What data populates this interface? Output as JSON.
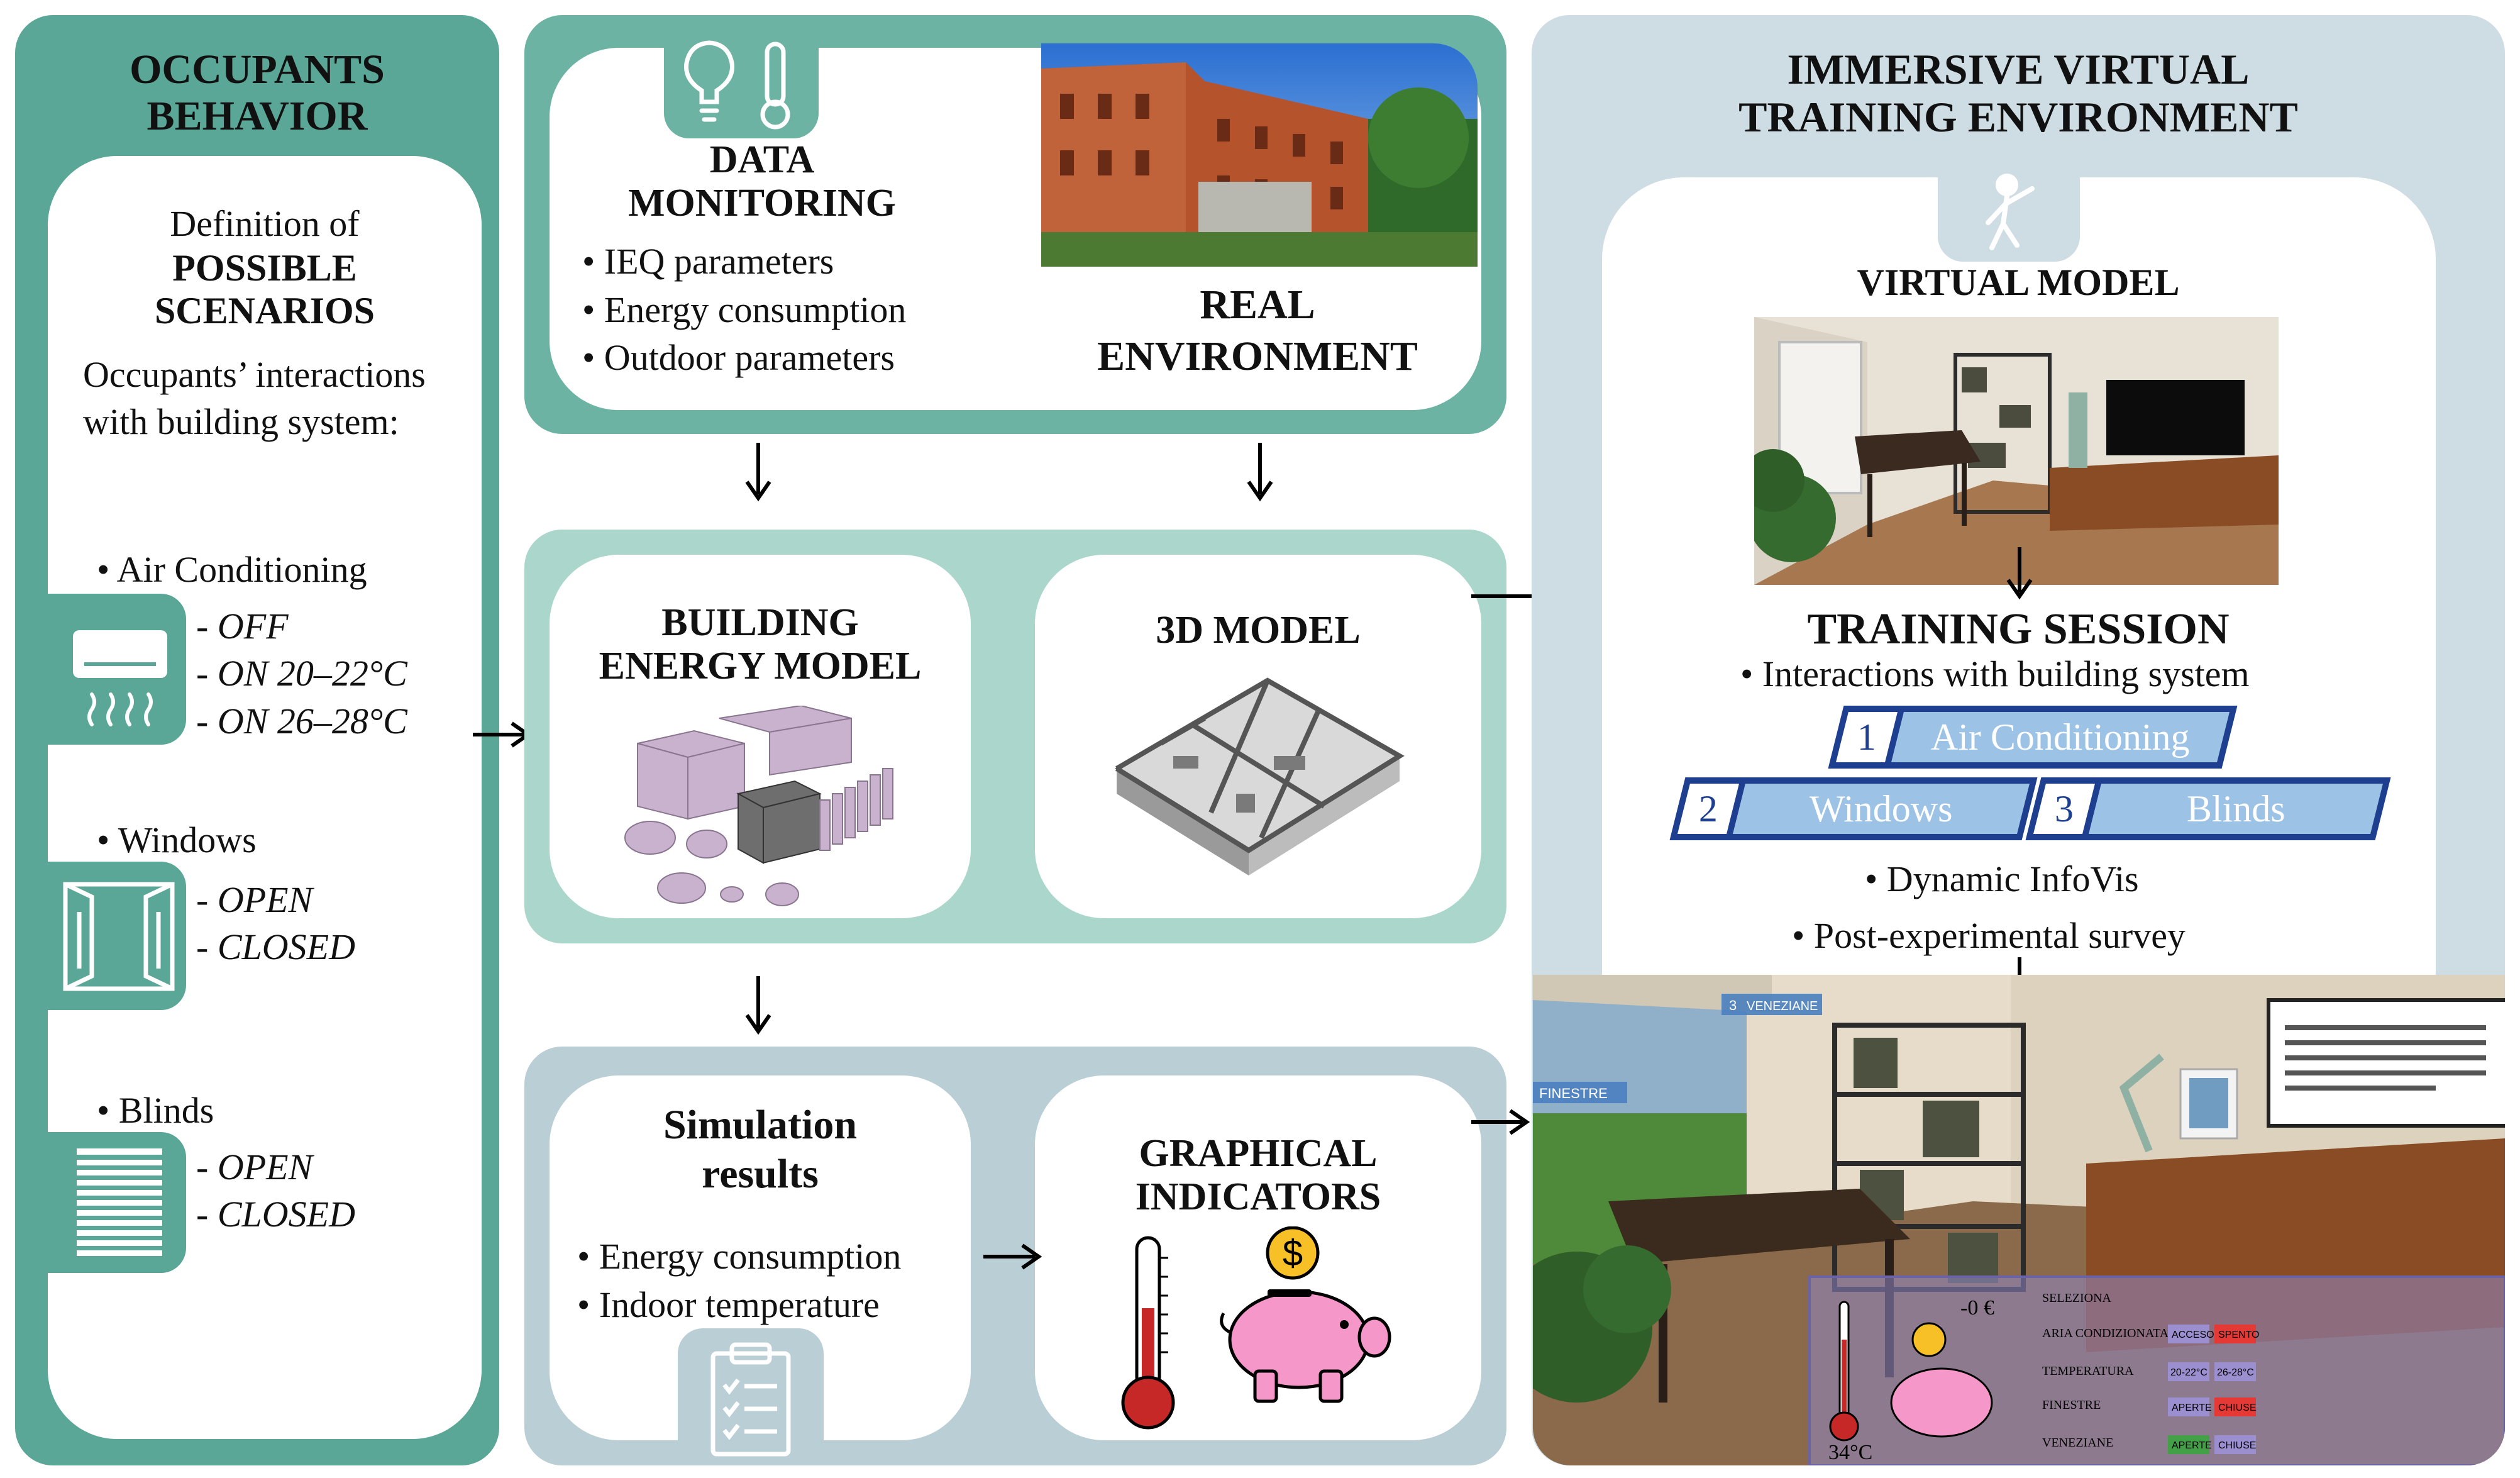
{
  "occupants": {
    "title_line1": "OCCUPANTS",
    "title_line2": "BEHAVIOR",
    "definition_line1": "Definition of",
    "definition_line2": "POSSIBLE",
    "definition_line3": "SCENARIOS",
    "interactions_line1": "Occupants’ interactions",
    "interactions_line2": "with building system:",
    "ac": {
      "label": "• Air Conditioning",
      "options": [
        "- OFF",
        "- ON 20–22°C",
        "- ON 26–28°C"
      ]
    },
    "windows": {
      "label": "• Windows",
      "options": [
        "- OPEN",
        "- CLOSED"
      ]
    },
    "blinds": {
      "label": "• Blinds",
      "options": [
        "- OPEN",
        "- CLOSED"
      ]
    }
  },
  "monitoring": {
    "title_line1": "DATA",
    "title_line2": "MONITORING",
    "items": [
      "• IEQ parameters",
      "• Energy consumption",
      "• Outdoor parameters"
    ],
    "real_line1": "REAL",
    "real_line2": "ENVIRONMENT"
  },
  "bem": {
    "title_line1": "BUILDING",
    "title_line2": "ENERGY MODEL"
  },
  "model3d": {
    "title": "3D MODEL"
  },
  "simulation": {
    "title_line1": "Simulation",
    "title_line2": "results",
    "items": [
      "• Energy consumption",
      "• Indoor temperature"
    ]
  },
  "indicators": {
    "title_line1": "GRAPHICAL",
    "title_line2": "INDICATORS"
  },
  "ivte": {
    "title_line1": "IMMERSIVE VIRTUAL",
    "title_line2": "TRAINING ENVIRONMENT",
    "virtual_model": "VIRTUAL MODEL",
    "training_session": "TRAINING SESSION",
    "interactions": "• Interactions with building system",
    "tags": [
      {
        "num": "1",
        "label": "Air Conditioning"
      },
      {
        "num": "2",
        "label": "Windows"
      },
      {
        "num": "3",
        "label": "Blinds"
      }
    ],
    "infovis": "• Dynamic InfoVis",
    "survey": "• Post-experimental survey"
  },
  "vr_overlay": {
    "window_label": "FINESTRE",
    "blinds_label": "VENEZIANE",
    "blinds_num": "3",
    "cost": "-0 €",
    "temp": "34°C",
    "rows": [
      "SELEZIONA",
      "ARIA CONDIZIONATA",
      "TEMPERATURA",
      "FINESTRE",
      "VENEZIANE"
    ],
    "buttons": [
      [
        "ACCESO",
        "SPENTO"
      ],
      [
        "20-22°C",
        "26-28°C"
      ],
      [
        "APERTE",
        "CHIUSE"
      ],
      [
        "APERTE",
        "CHIUSE"
      ]
    ]
  },
  "colors": {
    "teal_dark": "#5aa797",
    "teal_mid": "#6cb3a3",
    "teal_light": "#abd6cc",
    "slate": "#b9ced5",
    "ivte_bg": "#cedde3",
    "tag_border": "#1e3f8f",
    "tag_fill": "#9cc2e6"
  },
  "icons": [
    "lightbulb-icon",
    "thermometer-icon",
    "person-icon",
    "air-conditioner-icon",
    "window-icon",
    "blinds-icon",
    "clipboard-icon",
    "piggy-bank-icon",
    "dollar-coin-icon"
  ]
}
